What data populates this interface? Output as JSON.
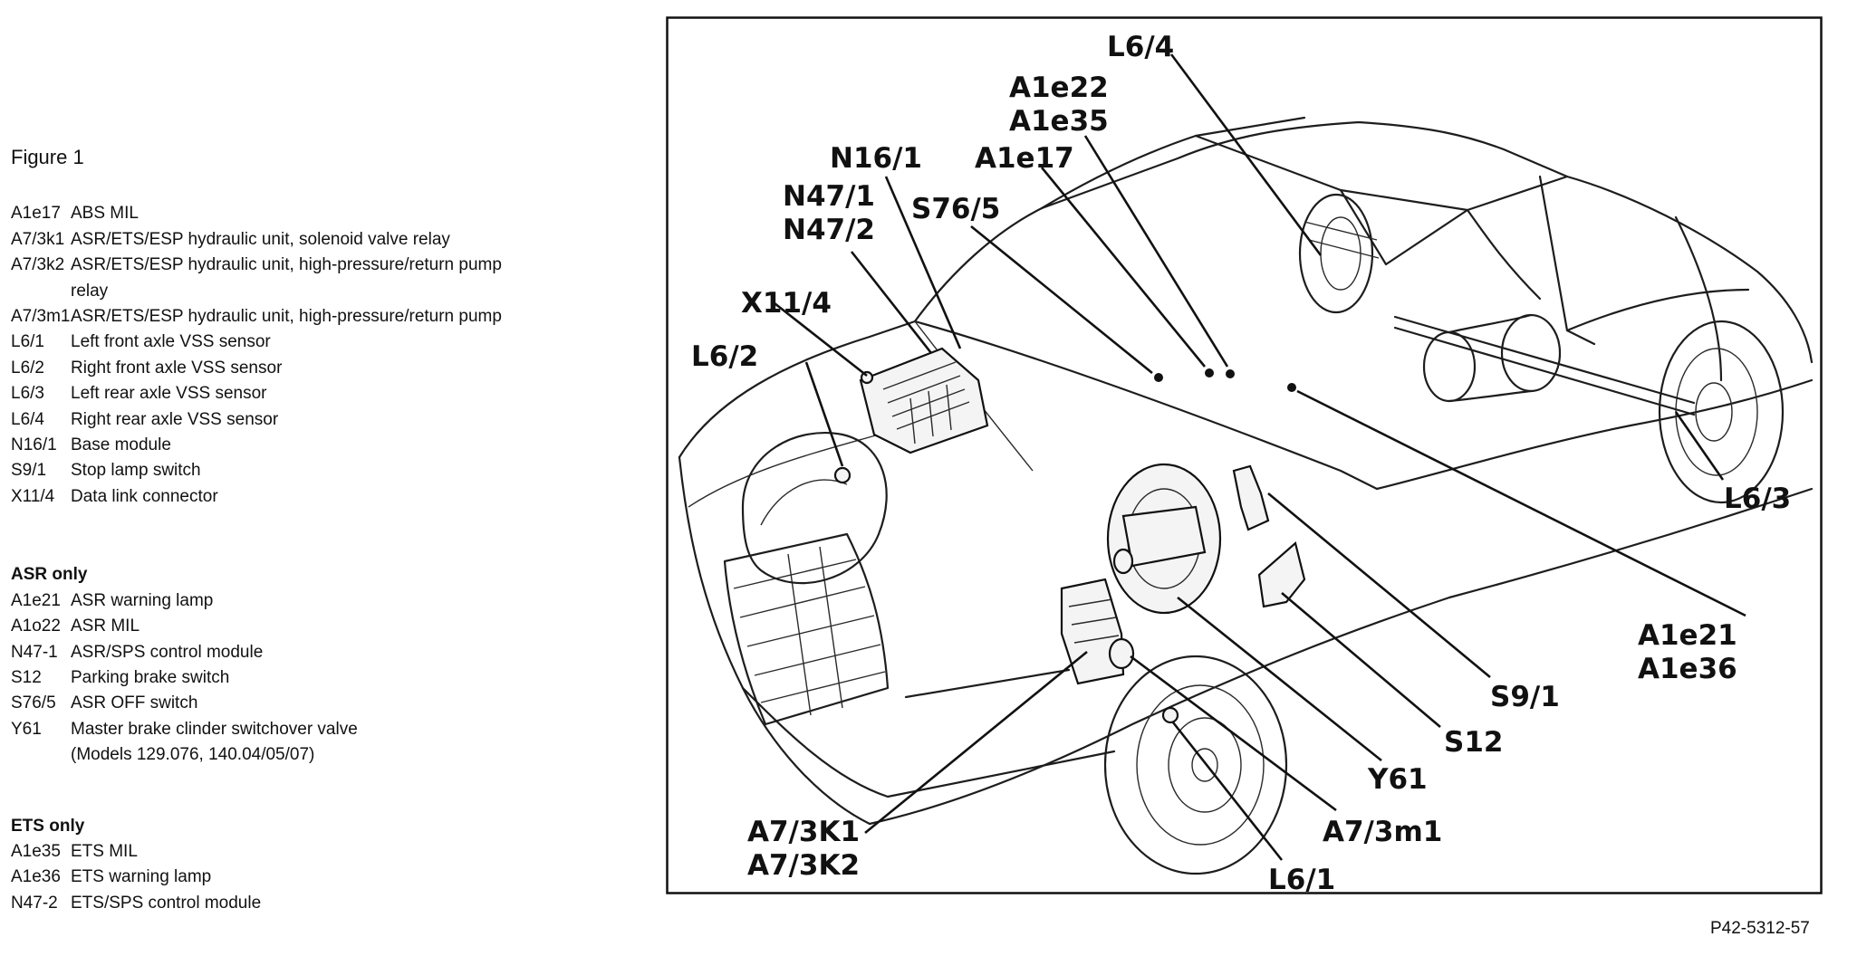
{
  "legend": {
    "title": "Figure 1",
    "items": [
      {
        "code": "A1e17",
        "desc": "ABS MIL"
      },
      {
        "code": "A7/3k1",
        "desc": "ASR/ETS/ESP hydraulic unit, solenoid valve relay"
      },
      {
        "code": "A7/3k2",
        "desc": "ASR/ETS/ESP hydraulic unit, high-pressure/return pump",
        "desc2": "relay"
      },
      {
        "code": "A7/3m1",
        "desc": "ASR/ETS/ESP hydraulic unit, high-pressure/return pump"
      },
      {
        "code": "L6/1",
        "desc": "Left front axle VSS sensor"
      },
      {
        "code": "L6/2",
        "desc": "Right front axle VSS sensor"
      },
      {
        "code": "L6/3",
        "desc": "Left rear axle VSS sensor"
      },
      {
        "code": "L6/4",
        "desc": "Right rear axle VSS sensor"
      },
      {
        "code": "N16/1",
        "desc": "Base module"
      },
      {
        "code": "S9/1",
        "desc": "Stop lamp switch"
      },
      {
        "code": "X11/4",
        "desc": "Data link connector"
      }
    ],
    "asr": {
      "heading": "ASR only",
      "items": [
        {
          "code": "A1e21",
          "desc": "ASR warning lamp"
        },
        {
          "code": "A1o22",
          "desc": "ASR MIL"
        },
        {
          "code": "N47-1",
          "desc": "ASR/SPS control module"
        },
        {
          "code": "S12",
          "desc": "Parking brake switch"
        },
        {
          "code": "S76/5",
          "desc": "ASR OFF switch"
        },
        {
          "code": "Y61",
          "desc": "Master brake clinder switchover valve",
          "desc2": "(Models 129.076, 140.04/05/07)"
        }
      ]
    },
    "ets": {
      "heading": "ETS only",
      "items": [
        {
          "code": "A1e35",
          "desc": "ETS MIL"
        },
        {
          "code": "A1e36",
          "desc": "ETS warning lamp"
        },
        {
          "code": "N47-2",
          "desc": "ETS/SPS control module"
        }
      ]
    }
  },
  "labels": {
    "l64": "L6/4",
    "a1e22": "A1e22",
    "a1e35": "A1e35",
    "n161": "N16/1",
    "a1e17": "A1e17",
    "n471": "N47/1",
    "n472": "N47/2",
    "s765": "S76/5",
    "x114": "X11/4",
    "l62": "L6/2",
    "l63": "L6/3",
    "a1e21": "A1e21",
    "a1e36": "A1e36",
    "s91": "S9/1",
    "s12": "S12",
    "y61": "Y61",
    "a73m1": "A7/3m1",
    "a73k1": "A7/3K1",
    "a73k2": "A7/3K2",
    "l61": "L6/1"
  },
  "reference": "P42-5312-57"
}
